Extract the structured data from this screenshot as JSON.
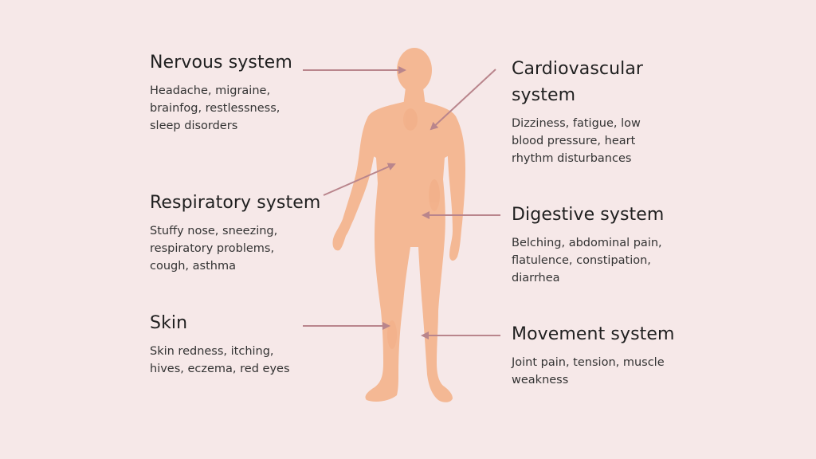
{
  "colors": {
    "background": "#f6e8e8",
    "body": "#f4b894",
    "body_shade": "#f2ad85",
    "arrow": "#b9858c",
    "text": "#222222"
  },
  "systems": {
    "nervous": {
      "title": "Nervous system",
      "lines": [
        "Headache, migraine,",
        "brainfog, restlessness,",
        "sleep disorders"
      ]
    },
    "cardiovascular": {
      "title": "Cardiovascular system",
      "lines": [
        "Dizziness, fatigue, low",
        "blood pressure, heart",
        "rhythm disturbances"
      ]
    },
    "respiratory": {
      "title": "Respiratory system",
      "lines": [
        "Stuffy nose, sneezing,",
        "respiratory problems,",
        "cough, asthma"
      ]
    },
    "digestive": {
      "title": "Digestive system",
      "lines": [
        "Belching, abdominal pain,",
        "flatulence, constipation,",
        "diarrhea"
      ]
    },
    "skin": {
      "title": "Skin",
      "lines": [
        "Skin redness, itching,",
        "hives, eczema, red eyes"
      ]
    },
    "movement": {
      "title": "Movement system",
      "lines": [
        "Joint pain, tension, muscle",
        "weakness"
      ]
    }
  }
}
